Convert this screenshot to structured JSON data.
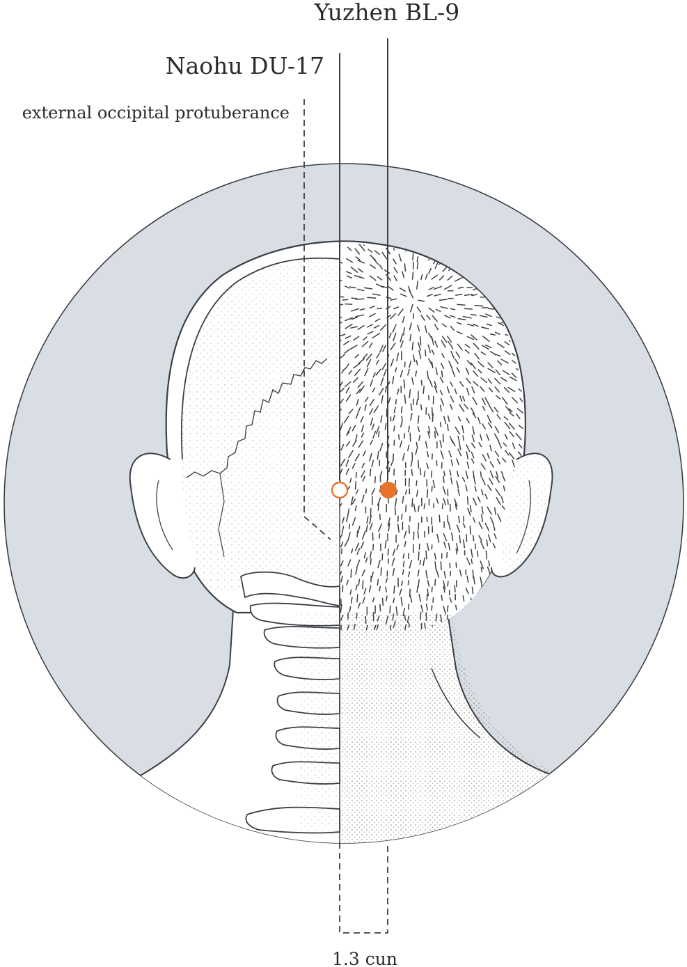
{
  "labels": {
    "point_bl9": "Yuzhen BL-9",
    "point_du17": "Naohu DU-17",
    "landmark": "external occipital protuberance",
    "measurement": "1.3 cun"
  },
  "colors": {
    "background_circle": "#d8dee3",
    "outline": "#3a3f45",
    "skin": "#ffffff",
    "acupoint": "#e8732a",
    "text": "#2b2b2b"
  },
  "points": [
    {
      "id": "du17",
      "style": "hollow",
      "label_key": "point_du17"
    },
    {
      "id": "bl9",
      "style": "filled",
      "label_key": "point_bl9"
    }
  ]
}
